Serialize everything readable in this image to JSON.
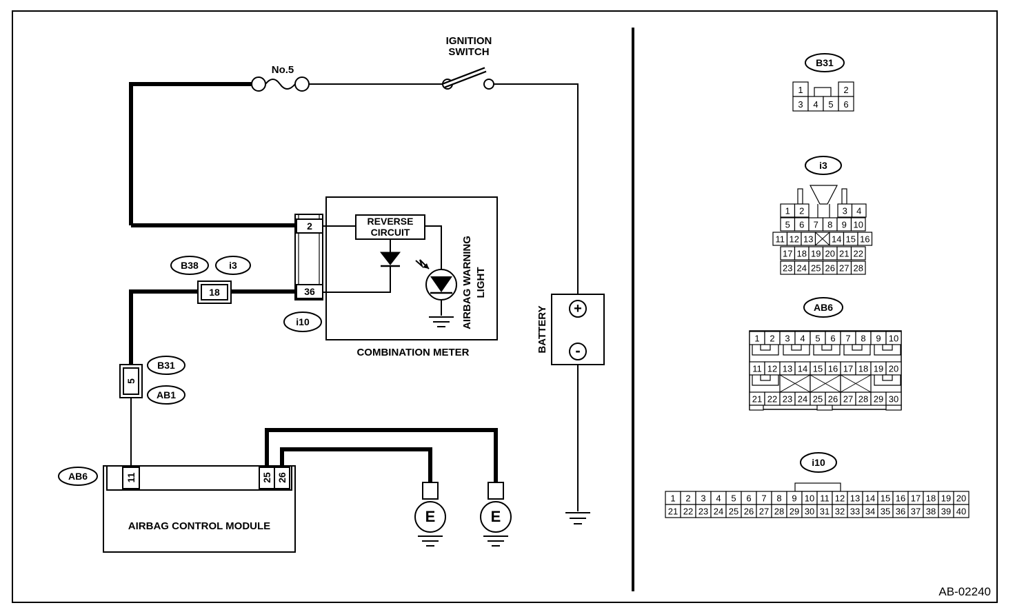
{
  "labels": {
    "fuse": "No.5",
    "ignition_line1": "IGNITION",
    "ignition_line2": "SWITCH",
    "reverse_line1": "REVERSE",
    "reverse_line2": "CIRCUIT",
    "warning_line1": "AIRBAG WARNING",
    "warning_line2": "LIGHT",
    "meter": "COMBINATION METER",
    "battery": "BATTERY",
    "battery_plus": "+",
    "battery_minus": "-",
    "module": "AIRBAG CONTROL MODULE",
    "ground_e": "E",
    "figure_id": "AB-02240"
  },
  "connector_tags": {
    "b38": "B38",
    "i3": "i3",
    "i10": "i10",
    "b31": "B31",
    "ab1": "AB1",
    "ab6": "AB6"
  },
  "pins": {
    "meter_top": "2",
    "meter_bottom": "36",
    "b38_pin": "18",
    "b31_pin": "5",
    "module_a": "11",
    "module_b": "25",
    "module_c": "26"
  },
  "connectors": {
    "b31": {
      "title": "B31",
      "rows": [
        [
          "1",
          "",
          "",
          "2"
        ],
        [
          "3",
          "4",
          "5",
          "6"
        ]
      ]
    },
    "i3": {
      "title": "i3",
      "rows": [
        [
          "1",
          "2",
          "",
          "",
          "3",
          "4"
        ],
        [
          "5",
          "6",
          "7",
          "8",
          "9",
          "10"
        ],
        [
          "11",
          "12",
          "13",
          "",
          "14",
          "15",
          "16"
        ],
        [
          "17",
          "18",
          "19",
          "20",
          "21",
          "22"
        ],
        [
          "23",
          "24",
          "25",
          "26",
          "27",
          "28"
        ]
      ]
    },
    "ab6": {
      "title": "AB6",
      "rows": [
        [
          "1",
          "2",
          "3",
          "4",
          "5",
          "6",
          "7",
          "8",
          "9",
          "10"
        ],
        [
          "11",
          "12",
          "13",
          "14",
          "15",
          "16",
          "17",
          "18",
          "19",
          "20"
        ],
        [
          "21",
          "22",
          "23",
          "24",
          "25",
          "26",
          "27",
          "28",
          "29",
          "30"
        ]
      ]
    },
    "i10": {
      "title": "i10",
      "rows": [
        [
          "1",
          "2",
          "3",
          "4",
          "5",
          "6",
          "7",
          "8",
          "9",
          "10",
          "11",
          "12",
          "13",
          "14",
          "15",
          "16",
          "17",
          "18",
          "19",
          "20"
        ],
        [
          "21",
          "22",
          "23",
          "24",
          "25",
          "26",
          "27",
          "28",
          "29",
          "30",
          "31",
          "32",
          "33",
          "34",
          "35",
          "36",
          "37",
          "38",
          "39",
          "40"
        ]
      ]
    }
  }
}
